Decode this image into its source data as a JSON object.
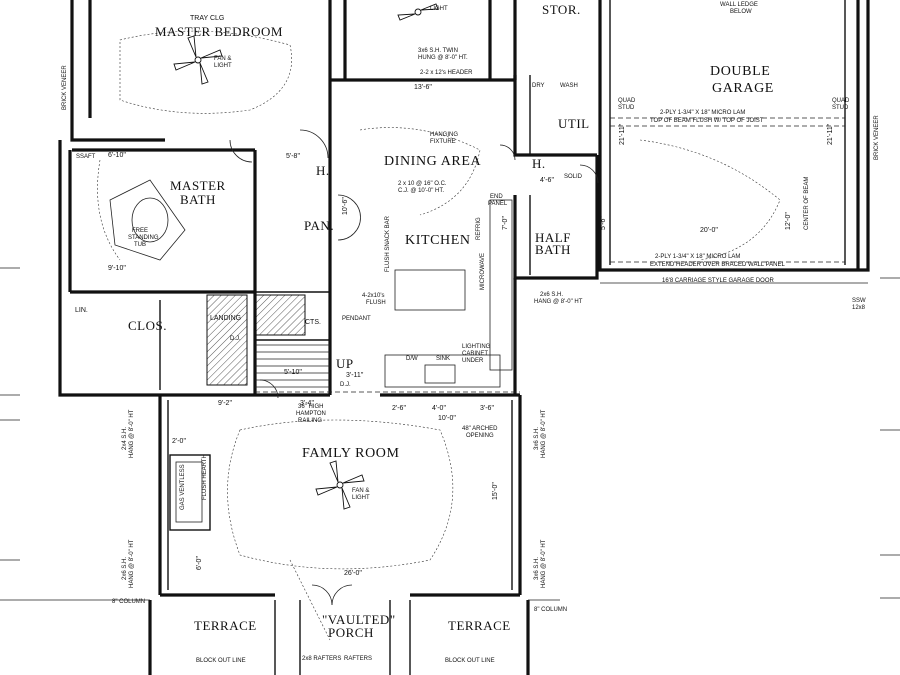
{
  "plan": {
    "rooms": {
      "master_bedroom": "MASTER BEDROOM",
      "master_bath_1": "MASTER",
      "master_bath_2": "BATH",
      "dining_area": "DINING AREA",
      "kitchen": "KITCHEN",
      "family_room": "FAMLY ROOM",
      "double_garage_1": "DOUBLE",
      "double_garage_2": "GARAGE",
      "storage": "STOR.",
      "util": "UTIL",
      "half_bath_1": "HALF",
      "half_bath_2": "BATH",
      "pantry": "PAN.",
      "closet": "CLOS.",
      "linen": "LIN.",
      "landing": "LANDING",
      "cts": "CTS.",
      "porch_1": "\"VAULTED\"",
      "porch_2": "PORCH",
      "terrace_left": "TERRACE",
      "terrace_right": "TERRACE",
      "hall_left": "H.",
      "hall_right": "H."
    },
    "notes": {
      "tray_clg": "TRAY CLG",
      "fan_light": "FAN &",
      "fan_light_2": "LIGHT",
      "hanging_fixture": "HANGING",
      "hanging_fixture_2": "FIXTURE",
      "dining_beam": "2 x 10 @ 16\" O.C.",
      "dining_beam_2": "C.J. @ 10'-0\" HT.",
      "twin_hung": "3x6 S.H. TWIN",
      "twin_hung_2": "HUNG @ 8'-0\" HT.",
      "header_2x2x12": "2-2 x 12's HEADER",
      "dry": "DRY",
      "wash": "WASH",
      "wall_ledge": "WALL LEDGE",
      "below": "BELOW",
      "micro_lam": "2-PLY 1-3/4\" X 18\" MICRO LAM",
      "top_of_beam": "TOP OF BEAM FLUSH W/ TOP OF JOIST",
      "micro_lam_2": "2-PLY 1-3/4\" X 18\" MICRO LAM",
      "extend_header": "EXTEND HEADER OVER BRACED WALL PANEL",
      "garage_door": "16'8 CARRIAGE STYLE GARAGE DOOR",
      "quad_stud": "QUAD",
      "quad_stud_2": "STUD",
      "brick_veneer": "BRICK VENEER",
      "free_standing_tub": "FREE",
      "free_standing_tub_2": "STANDING",
      "free_standing_tub_3": "TUB",
      "flush_snack_bar": "FLUSH SNACK BAR",
      "microwave": "MICROWAVE",
      "refrig": "REFRIG",
      "dw": "D/W",
      "sink": "SINK",
      "lighting_cabinet": "LIGHTING",
      "lighting_cabinet_2": "CABINET",
      "lighting_cabinet_3": "UNDER",
      "up": "UP",
      "hampton_railing": "36\" HIGH",
      "hampton_railing_2": "HAMPTON",
      "hampton_railing_3": "RAILING",
      "arched_opening": "48\" ARCHED",
      "arched_opening_2": "OPENING",
      "flush_hearth": "FLUSH HEARTH",
      "gas_ventless": "GAS VENTLESS",
      "block_out_line": "BLOCK OUT LINE",
      "column_8_left": "8\" COLUMN",
      "column_8_right": "8\" COLUMN",
      "hang_left": "2x4 S.H.",
      "hang_left_2": "HANG @ 8'-0\" HT",
      "hang_mid": "2x6 S.H.",
      "hang_mid_2": "HANG @ 8'-0\" HT",
      "hang_right": "3x6 S.H.",
      "hang_right_2": "HANG @ 8'-0\" HT",
      "landing_dj": "D.J.",
      "ssw": "SSW",
      "ssw_2": "12x8",
      "center_beam": "CENTER OF BEAM",
      "solid_blk": "SOLID",
      "ssaft": "SSAFT",
      "pendant": "PENDANT",
      "flush": "4-2x10's",
      "flush_2": "FLUSH",
      "end_panel": "END",
      "end_panel_2": "PANEL",
      "rafters": "2x8 RAFTERS",
      "rafters_2": "RAFTERS"
    },
    "dims": {
      "d_13_6": "13'-6\"",
      "d_9_2": "9'-2\"",
      "d_3_4": "3'-4\"",
      "d_2_6": "2'-6\"",
      "d_4_0": "4'-0\"",
      "d_3_6": "3'-6\"",
      "d_10_0": "10'-0\"",
      "d_15_0": "15'-0\"",
      "d_26_0": "26'-0\"",
      "d_20_0": "20'-0\"",
      "d_12_0": "12'-0\"",
      "d_21_11": "21'-11\"",
      "d_5_8": "5'-8\"",
      "d_6_10": "6'-10\"",
      "d_9_10": "9'-10\"",
      "d_3_11": "3'-11\"",
      "d_5_10": "5'-10\"",
      "d_2_0": "2'-0\"",
      "d_6_0": "6'-0\"",
      "d_4_6": "4'-6\"",
      "d_7_0": "7'-0\"",
      "d_10_6": "10'-6\"",
      "d_5_6": "5'-6\""
    }
  }
}
